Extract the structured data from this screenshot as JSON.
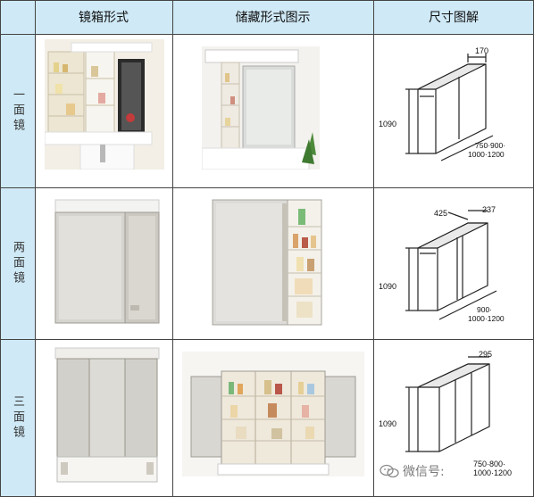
{
  "table": {
    "headers": [
      "镜箱形式",
      "储藏形式图示",
      "尺寸图解"
    ],
    "rows": [
      {
        "label": "一面镜",
        "depth": "170",
        "height": "1090",
        "widths_line1": "750·900·",
        "widths_line2": "1000·1200"
      },
      {
        "label": "两面镜",
        "top_left": "425",
        "depth": "237",
        "height": "1090",
        "widths_line1": "900·",
        "widths_line2": "1000·1200"
      },
      {
        "label": "三面镜",
        "depth": "295",
        "height": "1090",
        "widths_line1": "750·800·",
        "widths_line2": "1000·1200"
      }
    ]
  },
  "watermark": {
    "text": "微信号: ",
    "icon": "wechat-icon"
  },
  "colors": {
    "header_bg": "#cfe9f6",
    "grid": "#444444"
  }
}
